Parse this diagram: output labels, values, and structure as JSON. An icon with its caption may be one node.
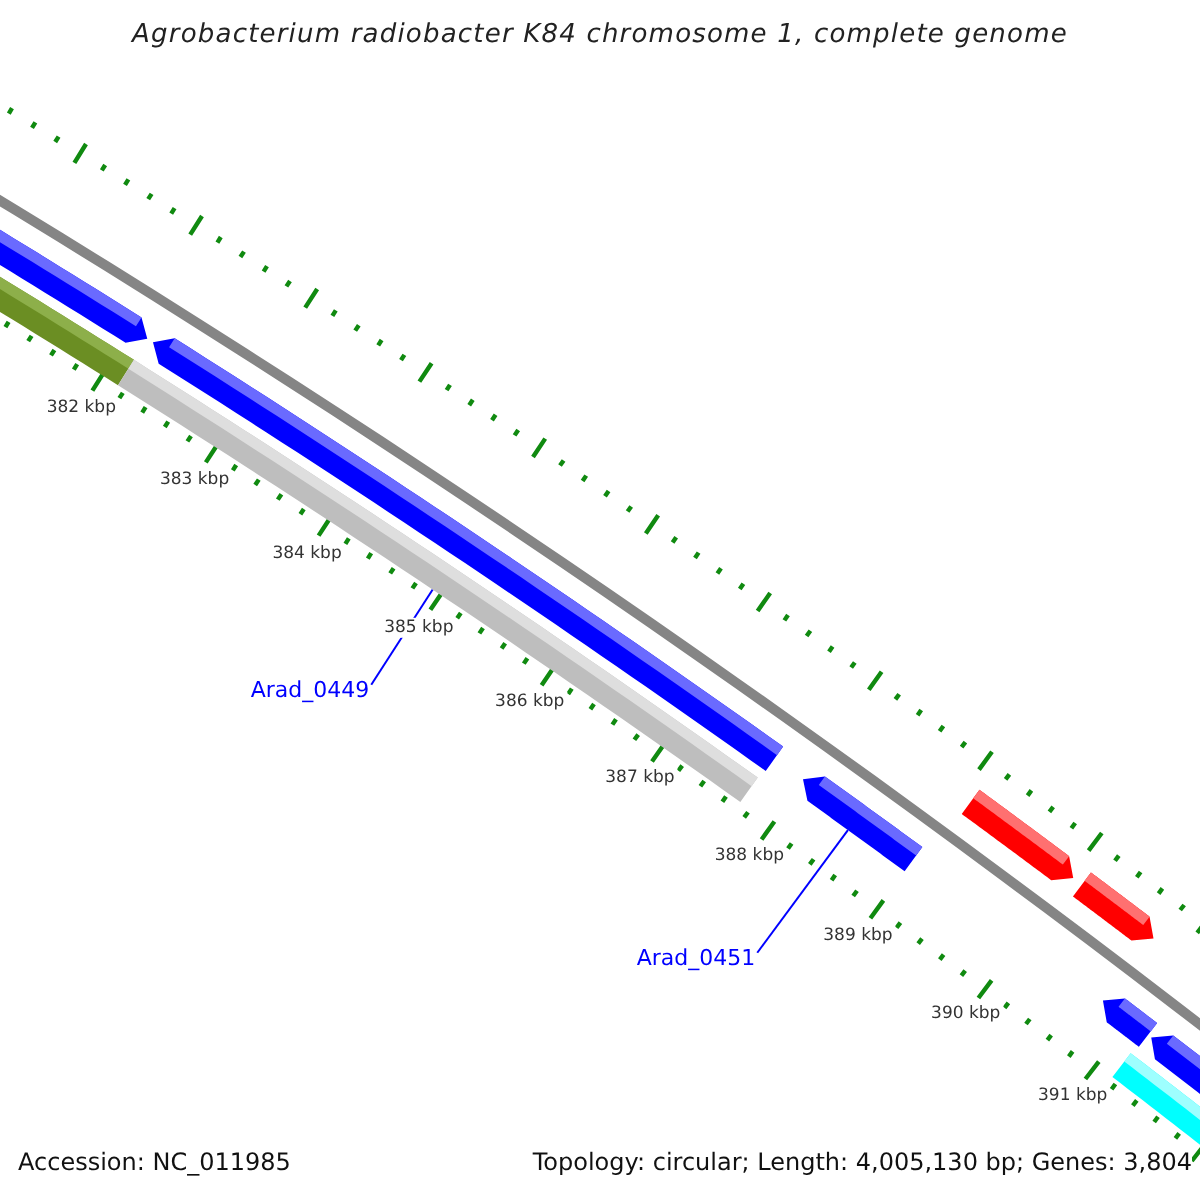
{
  "diagram": {
    "title": "Agrobacterium radiobacter K84 chromosome 1, complete genome",
    "nodes": [
      {
        "text": [
          "Arad_0449"
        ]
      },
      {
        "text": [],
        "shape": "bar"
      },
      {
        "text": [
          "Arad_0451"
        ]
      },
      {
        "text": [],
        "shape": "bar"
      }
    ],
    "edges": [
      {
        "from": 0,
        "to": 1,
        "arrow": "none"
      },
      {
        "from": 2,
        "to": 3,
        "arrow": "none"
      }
    ],
    "labels": [
      "382 kbp",
      "383 kbp",
      "384 kbp",
      "385 kbp",
      "386 kbp",
      "387 kbp",
      "388 kbp",
      "389 kbp",
      "390 kbp",
      "391 kbp",
      "Accession: NC_011985",
      "Topology: circular; Length: 4,005,130 bp; Genes: 3,804"
    ]
  }
}
